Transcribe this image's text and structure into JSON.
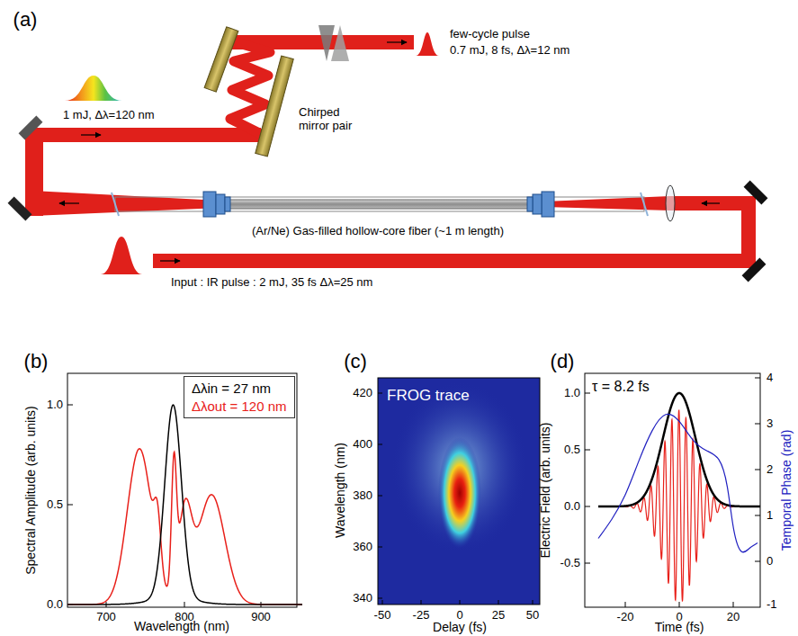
{
  "diagram": {
    "nodes": [
      {
        "text": [
          "Δλin = 27 nm",
          "Δλout = 120 nm"
        ]
      }
    ],
    "labels": [
      "(a)",
      "few-cycle pulse",
      "0.7 mJ, 8 fs, Δλ=12 nm",
      "1 mJ, Δλ=120 nm",
      "Chirped mirror pair",
      "(Ar/Ne) Gas-filled hollow-core fiber (~1 m length)",
      "Input : IR pulse : 2 mJ, 35 fs Δλ=25 nm",
      "(b)",
      "Spectral Amplitude (arb. units)",
      "Wavelength (nm)",
      "700",
      "800",
      "900",
      "0.0",
      "0.5",
      "1.0",
      "(c)",
      "FROG trace",
      "Wavelength (nm)",
      "Delay (fs)",
      "340",
      "360",
      "380",
      "400",
      "420",
      "-50",
      "-25",
      "0",
      "25",
      "50",
      "(d)",
      "τ = 8.2 fs",
      "Electric Field (arb. units)",
      "Temporal Phase (rad)",
      "Time (fs)",
      "1.0",
      "0.5",
      "0.0",
      "-0.5",
      "4",
      "3",
      "2",
      "1",
      "0",
      "-1",
      "-20",
      "0",
      "20"
    ]
  }
}
